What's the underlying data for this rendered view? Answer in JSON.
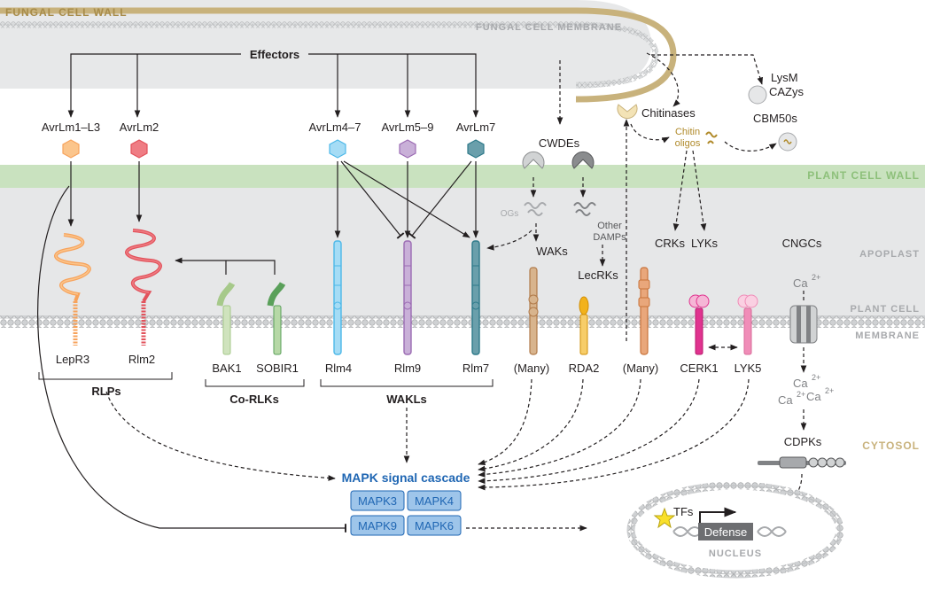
{
  "colors": {
    "fungal_wall": "#c8b27c",
    "plant_wall": "#c9e2bf",
    "apoplast": "#e6e7e8",
    "membrane": "#d1d3d4",
    "mapk_fill": "#9ec5ea",
    "mapk_text": "#1f66b3",
    "lepr3": "#f7a35c",
    "rlm2": "#e2525b",
    "rlm4": "#4db8e8",
    "rlm9": "#9b6bb3",
    "rlm7": "#2e7a8a",
    "bak1": "#a6c98a",
    "sobir1": "#5aa05a",
    "many": "#b07a4a",
    "rda2": "#f2b21b",
    "cerk1": "#e0338f",
    "lyk5": "#f08db8"
  },
  "regions": {
    "fungal_cell_wall": "FUNGAL CELL WALL",
    "fungal_cell_membrane": "FUNGAL CELL MEMBRANE",
    "plant_cell_wall": "PLANT CELL WALL",
    "apoplast": "APOPLAST",
    "plant_cell_membrane_1": "PLANT CELL",
    "plant_cell_membrane_2": "MEMBRANE",
    "cytosol": "CYTOSOL",
    "nucleus": "NUCLEUS"
  },
  "fungal": {
    "effectors": "Effectors",
    "avr": [
      "AvrLm1–L3",
      "AvrLm2",
      "AvrLm4–7",
      "AvrLm5–9",
      "AvrLm7"
    ],
    "cwdes": "CWDEs",
    "chitinases": "Chitinases",
    "lysm_cazys_1": "LysM",
    "lysm_cazys_2": "CAZys",
    "cbm50s": "CBM50s",
    "chitin_1": "Chitin",
    "chitin_2": "oligos"
  },
  "apoplast_items": {
    "ogs": "OGs",
    "other_damps_1": "Other",
    "other_damps_2": "DAMPs",
    "waks": "WAKs",
    "lecrks": "LecRKs",
    "crks": "CRKs",
    "lyks": "LYKs",
    "cngcs": "CNGCs",
    "ca_top": "Ca",
    "ca_sup": "2+"
  },
  "receptors": {
    "lepr3": "LepR3",
    "rlm2": "Rlm2",
    "bak1": "BAK1",
    "sobir1": "SOBIR1",
    "rlm4": "Rlm4",
    "rlm9": "Rlm9",
    "rlm7": "Rlm7",
    "many_1": "(Many)",
    "rda2": "RDA2",
    "many_2": "(Many)",
    "cerk1": "CERK1",
    "lyk5": "LYK5"
  },
  "groups": {
    "rlps": "RLPs",
    "co_rlks": "Co-RLKs",
    "wakls": "WAKLs"
  },
  "cytosol": {
    "mapk_cascade": "MAPK signal cascade",
    "mapk": [
      "MAPK3",
      "MAPK4",
      "MAPK9",
      "MAPK6"
    ],
    "ca": "Ca",
    "ca_sup": "2+",
    "cdpks": "CDPKs",
    "tfs": "TFs",
    "defense": "Defense"
  }
}
